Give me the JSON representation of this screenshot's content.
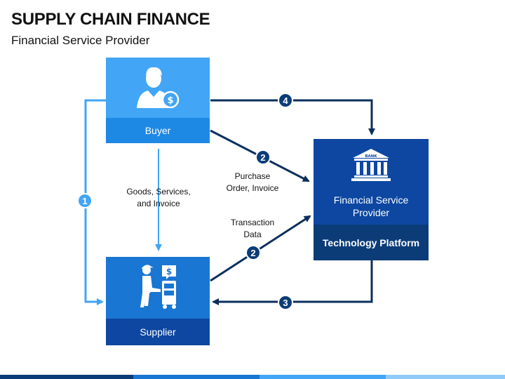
{
  "header": {
    "title": "SUPPLY CHAIN FINANCE",
    "subtitle": "Financial Service Provider"
  },
  "nodes": {
    "buyer": {
      "label": "Buyer",
      "icon": "buyer-person-dollar-icon"
    },
    "supplier": {
      "label": "Supplier",
      "icon": "supplier-delivery-worker-icon"
    },
    "fsp": {
      "label_line1": "Financial Service",
      "label_line2": "Provider",
      "icon": "bank-building-icon",
      "icon_text": "BANK",
      "platform": "Technology Platform"
    }
  },
  "edges": {
    "goods_line1": "Goods, Services,",
    "goods_line2": "and Invoice",
    "po_line1": "Purchase",
    "po_line2": "Order, Invoice",
    "td_line1": "Transaction",
    "td_line2": "Data"
  },
  "steps": {
    "s1": "1",
    "s2a": "2",
    "s2b": "2",
    "s3": "3",
    "s4": "4"
  },
  "colors": {
    "light_blue": "#42a5f5",
    "mid_blue": "#1976d2",
    "navy": "#0d47a1",
    "dark_navy": "#0b3c78",
    "arrow_dark": "#0b2f5c"
  }
}
